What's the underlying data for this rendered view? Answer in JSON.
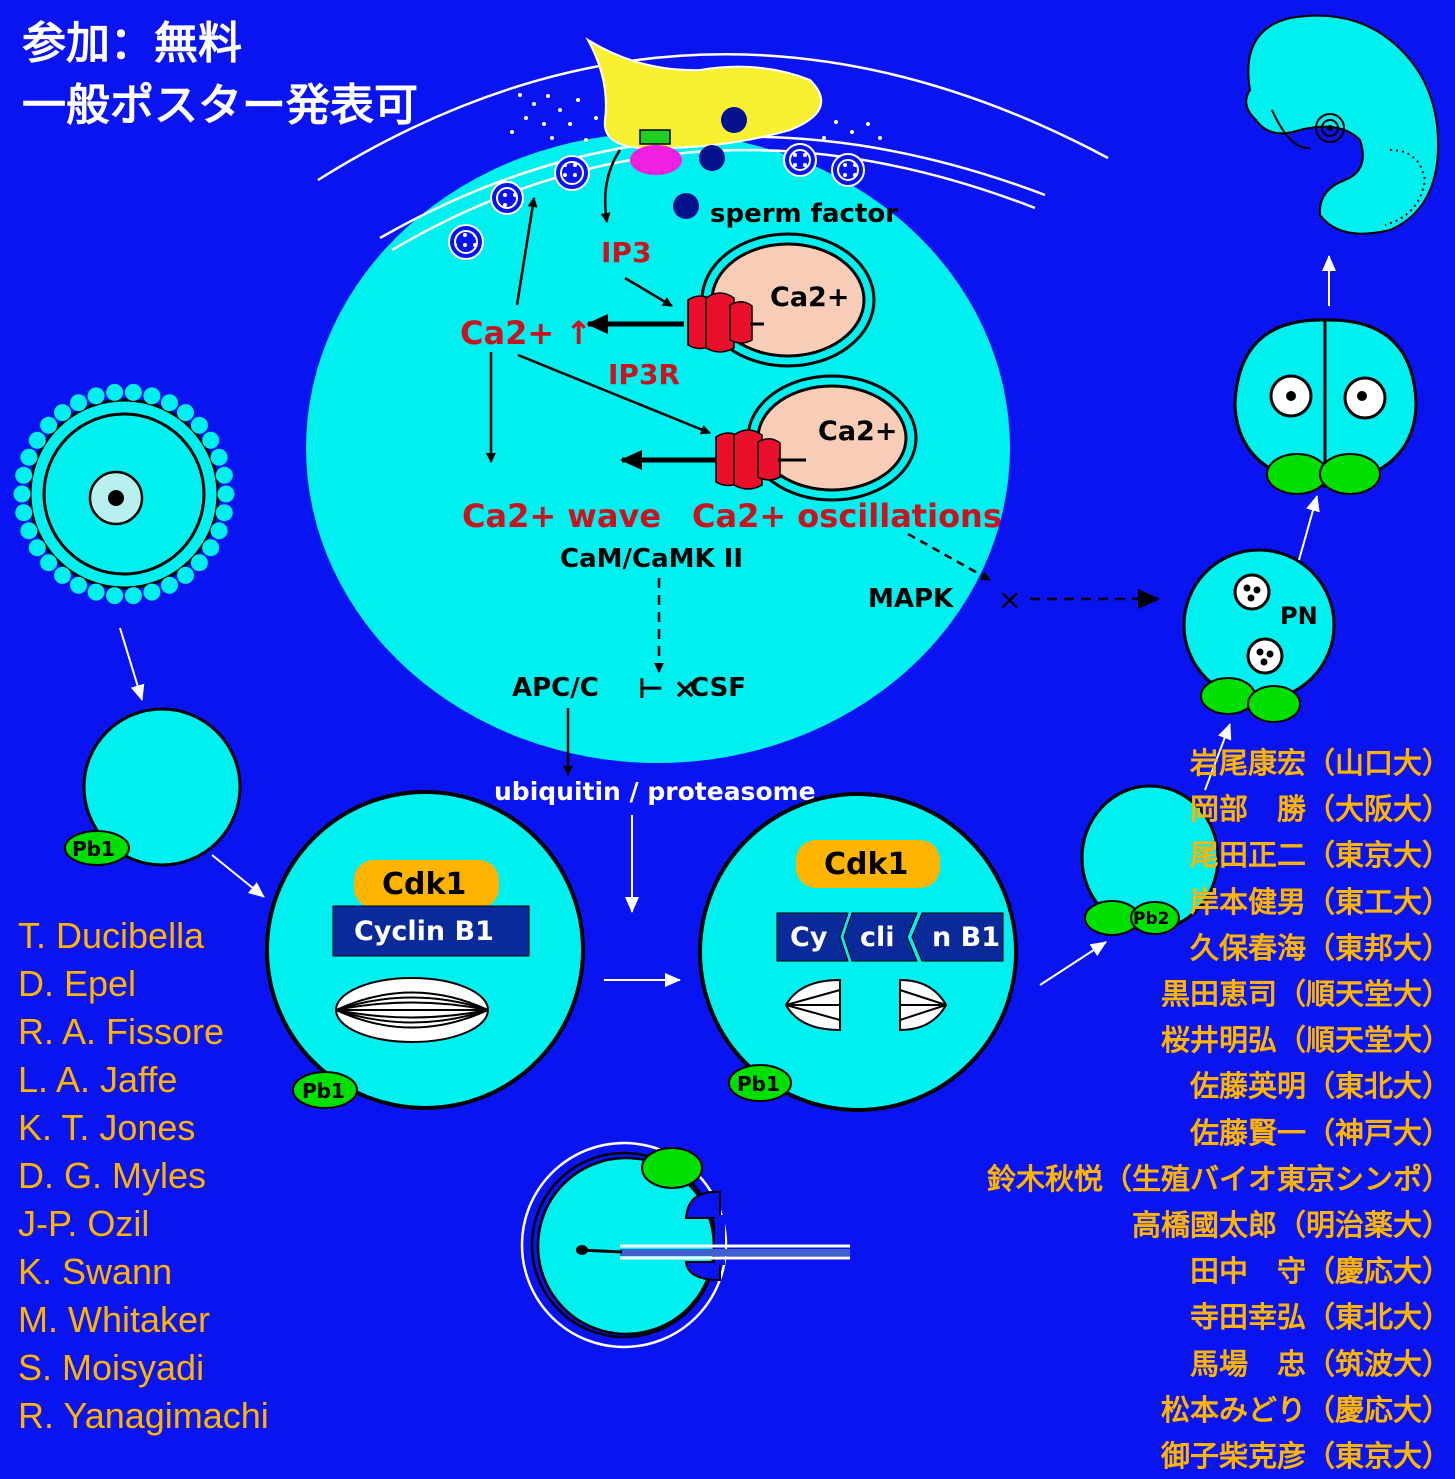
{
  "header": {
    "line1": "参加：無料",
    "line2": "一般ポスター発表可"
  },
  "colors": {
    "background": "#0a14f0",
    "cyan": "#00f0f0",
    "red_label": "#c8141e",
    "orange_names": "#ffb400",
    "cdk1": "#ffb400",
    "cyclin": "#0a2a9a",
    "pb_green": "#00e000",
    "store_pink": "#f8cdb8",
    "channel_red": "#e8102a",
    "sperm_yellow": "#f8f030"
  },
  "labels": {
    "sperm_factor": "sperm factor",
    "ip3": "IP3",
    "ip3r": "IP3R",
    "store1": "Ca2+",
    "store2": "Ca2+",
    "ca_rise": "Ca2+ ↑",
    "ca_wave": "Ca2+ wave",
    "ca_osc": "Ca2+ oscillations",
    "camk": "CaM/CaMK II",
    "mapk": "MAPK",
    "apc": "APC/C",
    "csf": "CSF",
    "ubiquitin": "ubiquitin / proteasome",
    "cdk1_a": "Cdk1",
    "cyclin_a": "Cyclin B1",
    "cdk1_b": "Cdk1",
    "cyclin_b_parts": [
      "Cy",
      "cli",
      "n B1"
    ],
    "pb1_a": "Pb1",
    "pb1_b": "Pb1",
    "pb1_c": "Pb1",
    "pb2": "Pb2",
    "pn": "PN"
  },
  "left_names": [
    "T. Ducibella",
    "D. Epel",
    "R. A. Fissore",
    "L. A. Jaffe",
    "K. T. Jones",
    "D. G. Myles",
    "J-P. Ozil",
    "K. Swann",
    "M. Whitaker",
    "S. Moisyadi",
    "R. Yanagimachi"
  ],
  "right_names": [
    "岩尾康宏（山口大）",
    "岡部　勝（大阪大）",
    "尾田正二（東京大）",
    "岸本健男（東工大）",
    "久保春海（東邦大）",
    "黒田恵司（順天堂大）",
    "桜井明弘（順天堂大）",
    "佐藤英明（東北大）",
    "佐藤賢一（神戸大）",
    "鈴木秋悦（生殖バイオ東京シンポ）",
    "高橋國太郎（明治薬大）",
    "田中　守（慶応大）",
    "寺田幸弘（東北大）",
    "馬場　忠（筑波大）",
    "松本みどり（慶応大）",
    "御子柴克彦（東京大）"
  ]
}
